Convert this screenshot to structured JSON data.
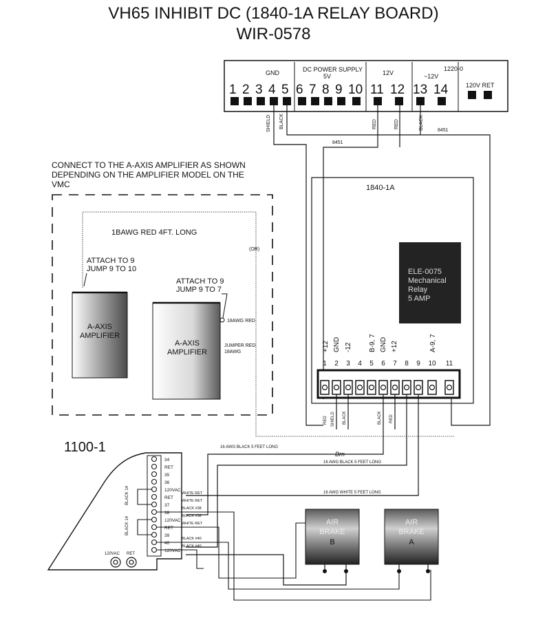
{
  "title": "VH65 INHIBIT DC (1840-1A RELAY BOARD)",
  "subtitle": "WIR-0578",
  "top_terminal": {
    "group_labels": {
      "gnd": "GND",
      "dc_supply_line1": "DC POWER SUPPLY",
      "dc_supply_line2": "5V",
      "v12": "12V",
      "model": "1220-0",
      "neg12": "~12V",
      "v120_ret": "120V RET"
    },
    "numbers": [
      "1",
      "2",
      "3",
      "4",
      "5",
      "6",
      "7",
      "8",
      "9",
      "10",
      "11",
      "12",
      "13",
      "14"
    ],
    "wire_labels": {
      "shield": "SHIELD",
      "black": "BLACK",
      "red": "RED",
      "cable_8451": "8451"
    }
  },
  "connect_note": "CONNECT TO THE A-AXIS AMPLIFIER AS SHOWN DEPENDING ON THE AMPLIFIER MODEL ON THE VMC",
  "amplifier_box": {
    "wire_note": "1BAWG RED 4FT. LONG",
    "or_label": "(OR)",
    "amp1_attach": "ATTACH TO 9",
    "amp1_jump": "JUMP 9 TO 10",
    "amp2_attach": "ATTACH TO 9",
    "amp2_jump": "JUMP 9 TO 7",
    "amp_line1": "A-AXIS",
    "amp_line2": "AMPLIFIER",
    "awg_red": "18AWG RED",
    "jumper_red": "JUMPER RED",
    "awg18": "18AWG"
  },
  "relay_board": {
    "name": "1840-1A",
    "relay_lines": [
      "ELE-0075",
      "Mechanical",
      "Relay",
      "5 AMP"
    ],
    "pin_labels": [
      "+12",
      "GND",
      "-12",
      "B-9, 7",
      "GND",
      "+12",
      "A-9, 7"
    ],
    "pins": [
      "1",
      "2",
      "3",
      "4",
      "5",
      "6",
      "7",
      "8",
      "9",
      "10",
      "11"
    ],
    "wire_labels": [
      "RED",
      "SHIELD",
      "BLACK",
      "BLACK",
      "RED"
    ]
  },
  "unit_1100": {
    "name": "1100-1",
    "terminals": [
      "34",
      "RET",
      "35",
      "36",
      "120VAC",
      "RET",
      "37",
      "38",
      "120VAC",
      "RET",
      "39",
      "40",
      "120VAC"
    ],
    "side_labels": [
      "BLACK 14",
      "BLACK 14"
    ],
    "wire_labels": [
      "WHITE RET",
      "WHITE RET",
      "BLACK #38",
      "BLACK #38",
      "WHITE RET",
      "BLACK #40",
      "BLACK #40"
    ],
    "bottom_labels": [
      "120VAC",
      "RET"
    ]
  },
  "wire_runs": {
    "run1": "16 AWG   BLACK 5 FEET LONG",
    "run2": "16 AWG   BLACK 5 FEET LONG",
    "run2_handwritten": "Brn",
    "run3": "16 AWG   WHITE  5 FEET LONG"
  },
  "air_brakes": [
    {
      "line1": "AIR",
      "line2": "BRAKE",
      "line3": "B"
    },
    {
      "line1": "AIR",
      "line2": "BRAKE",
      "line3": "A"
    }
  ]
}
